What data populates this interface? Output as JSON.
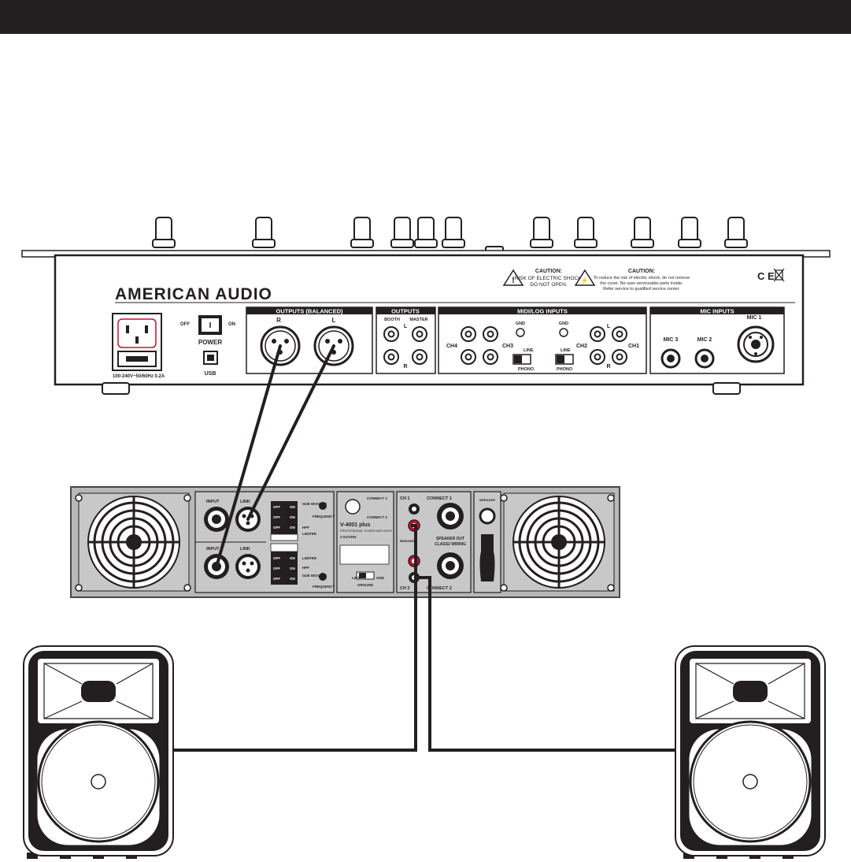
{
  "mixer": {
    "brand": "AMERICAN AUDIO",
    "caution1": {
      "title": "CAUTION:",
      "line1": "RISK OF ELECTRIC SHOCK!",
      "line2": "DO NOT OPEN."
    },
    "caution2": {
      "title": "CAUTION:",
      "line1": "To reduce the risk of electric shock, do not remove",
      "line2": "the cover. No user-serviceable parts inside.",
      "line3": "Refer service to qualified service center."
    },
    "ce_mark": "C E",
    "power": {
      "off": "OFF",
      "on": "ON",
      "label": "POWER",
      "rating": "100-240V~50/60Hz 0.2A",
      "usb": "USB"
    },
    "outputs_balanced": {
      "title": "OUTPUTS (BALANCED)",
      "right": "R",
      "left": "L"
    },
    "outputs": {
      "title": "OUTPUTS",
      "booth": "BOOTH",
      "master": "MASTER",
      "left": "L",
      "right": "R"
    },
    "midi_log": {
      "title": "MIDI/LOG INPUTS",
      "ch4": "CH4",
      "ch3": "CH3",
      "ch2": "CH2",
      "ch1": "CH1",
      "gnd": "GND",
      "line": "LINE",
      "phono": "PHONO",
      "left": "L",
      "right": "R"
    },
    "mic_inputs": {
      "title": "MIC INPUTS",
      "mic3": "MIC 3",
      "mic2": "MIC 2",
      "mic1": "MIC 1"
    }
  },
  "amplifier": {
    "model": "V-4001 plus",
    "subtitle": "PROFESSIONAL POWER AMPLIFIER",
    "input": "INPUT",
    "link": "LINK",
    "off": "OFF",
    "on": "ON",
    "sub_woofer": "SUB WOOFER",
    "hpf": "HPF",
    "limiter": "LIMITER",
    "frequency": "FREQUENCY",
    "connect1": "CONNECT 1",
    "connect2": "CONNECT 2",
    "ch1": "CH 1",
    "ch2": "CH 2",
    "speaker_out": "SPEAKER OUT",
    "class2": "CLASS2 WIRING",
    "breaker": "BREAKER",
    "bridged": "BRIDGED",
    "caution": "CAUTION",
    "lift": "LIFT",
    "gnd": "GND",
    "ground": "GROUND"
  }
}
